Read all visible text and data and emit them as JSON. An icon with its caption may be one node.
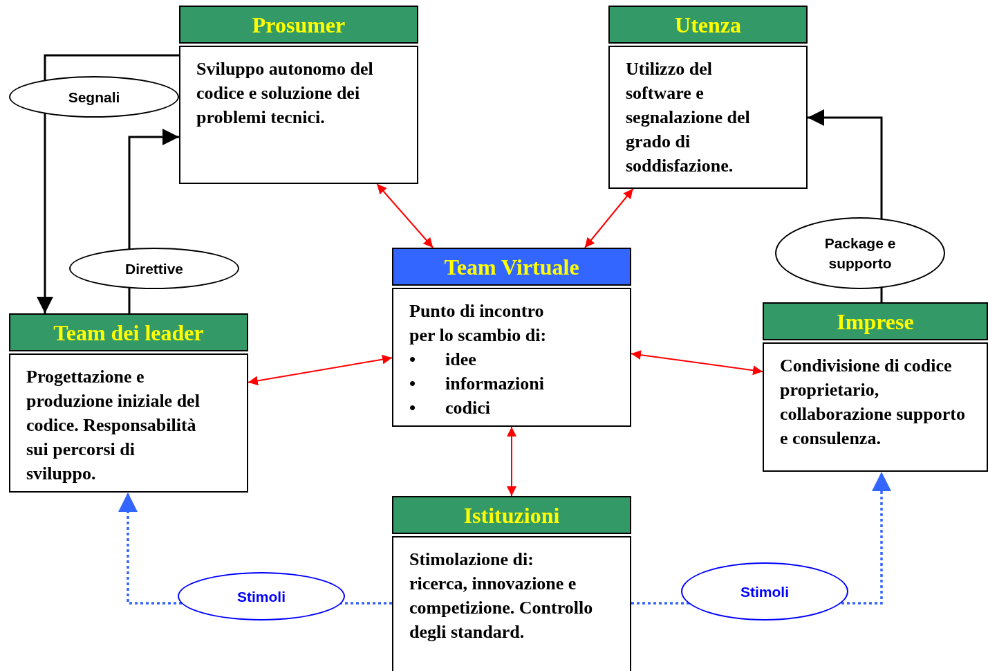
{
  "diagram": {
    "nodes": [
      {
        "text": [
          "Prosumer",
          "Sviluppo autonomo del codice e soluzione dei problemi tecnici."
        ]
      },
      {
        "text": [
          "Utenza",
          "Utilizzo del software e segnalazione del grado di soddisfazione."
        ]
      },
      {
        "text": [
          "Team Virtuale",
          "Punto di incontro per lo scambio di:",
          "•",
          "idee",
          "•",
          "informazioni",
          "•",
          "codici"
        ]
      },
      {
        "text": [
          "Team dei leader",
          "Progettazione e produzione iniziale del codice. Responsabilità sui percorsi di sviluppo."
        ]
      },
      {
        "text": [
          "Imprese",
          "Condivisione di codice proprietario, collaborazione supporto e consulenza."
        ]
      },
      {
        "text": [
          "Istituzioni",
          "Stimolazione di: ricerca, innovazione e competizione. Controllo degli standard."
        ]
      }
    ],
    "edges": [
      {
        "from": 0,
        "to": 3,
        "arrow": "to",
        "label": "Segnali",
        "color": "#000000"
      },
      {
        "from": 3,
        "to": 0,
        "arrow": "to",
        "label": "Direttive",
        "color": "#000000"
      },
      {
        "from": 2,
        "to": 0,
        "arrow": "both"
      },
      {
        "from": 2,
        "to": 1,
        "arrow": "both"
      },
      {
        "from": 2,
        "to": 3,
        "arrow": "both"
      },
      {
        "from": 2,
        "to": 4,
        "arrow": "both"
      },
      {
        "from": 2,
        "to": 5,
        "arrow": "both"
      },
      {
        "from": 4,
        "to": 1,
        "arrow": "to",
        "label": "Package e supporto",
        "color": "#000000"
      },
      {
        "from": 5,
        "to": 3,
        "arrow": "to",
        "label": "Stimoli",
        "style": "dashed",
        "color": "#3366ff"
      },
      {
        "from": 5,
        "to": 4,
        "arrow": "to",
        "label": "Stimoli",
        "style": "dashed",
        "color": "#3366ff"
      }
    ]
  }
}
